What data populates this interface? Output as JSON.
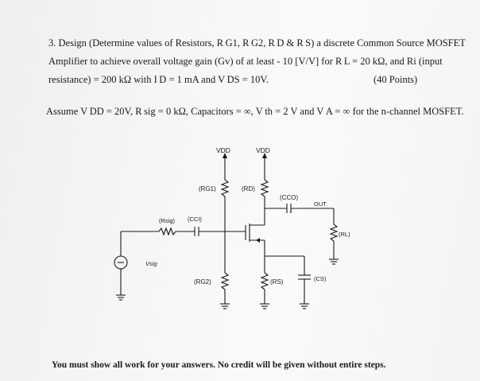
{
  "problem": {
    "line1": "3. Design (Determine values of Resistors, R G1, R G2, R D & R S) a discrete Common Source MOSFET",
    "line2": "Amplifier to achieve overall voltage gain (Gv) of at least - 10 [V/V] for R L = 20 kΩ, and Ri (input",
    "line3": "resistance) = 200 kΩ with I D = 1 mA and V DS = 10V.",
    "points": "(40 Points)",
    "assume": "Assume V DD = 20V, R sig = 0 kΩ,  Capacitors = ∞, V th = 2 V and V A = ∞ for the n-channel MOSFET."
  },
  "circuit": {
    "vdd_left": "VDD",
    "vdd_right": "VDD",
    "rg1": "(RG1)",
    "rd": "(RD)",
    "cco": "(CCO)",
    "out": "OUT",
    "rsig": "(Rsig)",
    "cci": "(CCI)",
    "rl": "(RL)",
    "vsig": "Vsig",
    "rg2": "(RG2)",
    "rs": "(RS)",
    "cs": "(CS)"
  },
  "footer": "You must show all work for your answers. No credit will be given without entire steps."
}
